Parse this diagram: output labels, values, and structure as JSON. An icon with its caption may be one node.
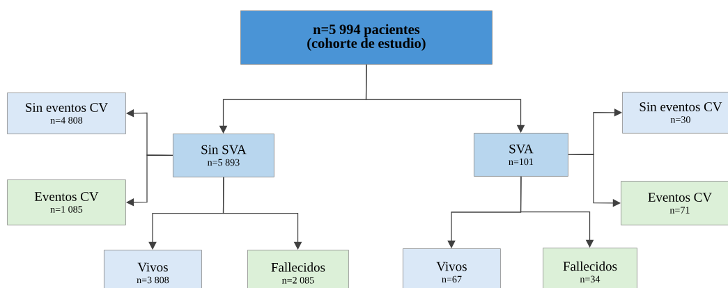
{
  "diagram": {
    "nodes": [
      {
        "text": [
          "n=5 994 pacientes (cohorte de estudio)"
        ]
      },
      {
        "text": [
          "Sin SVA",
          "n=5 893"
        ]
      },
      {
        "text": [
          "SVA",
          "n=101"
        ]
      },
      {
        "text": [
          "Sin eventos CV",
          "n=4 808"
        ]
      },
      {
        "text": [
          "Eventos CV",
          "n=1 085"
        ]
      },
      {
        "text": [
          "Sin eventos CV",
          "n=30"
        ]
      },
      {
        "text": [
          "Eventos CV",
          "n=71"
        ]
      },
      {
        "text": [
          "Vivos",
          "n=3 808"
        ]
      },
      {
        "text": [
          "Fallecidos",
          "n=2 085"
        ]
      },
      {
        "text": [
          "Vivos",
          "n=67"
        ]
      },
      {
        "text": [
          "Fallecidos",
          "n=34"
        ]
      }
    ],
    "edges": [
      {
        "from": 0,
        "to": 1,
        "arrow": "to"
      },
      {
        "from": 0,
        "to": 2,
        "arrow": "to"
      },
      {
        "from": 1,
        "to": 3,
        "arrow": "to"
      },
      {
        "from": 1,
        "to": 4,
        "arrow": "to"
      },
      {
        "from": 1,
        "to": 7,
        "arrow": "to"
      },
      {
        "from": 1,
        "to": 8,
        "arrow": "to"
      },
      {
        "from": 2,
        "to": 5,
        "arrow": "to"
      },
      {
        "from": 2,
        "to": 6,
        "arrow": "to"
      },
      {
        "from": 2,
        "to": 9,
        "arrow": "to"
      },
      {
        "from": 2,
        "to": 10,
        "arrow": "to"
      }
    ]
  }
}
